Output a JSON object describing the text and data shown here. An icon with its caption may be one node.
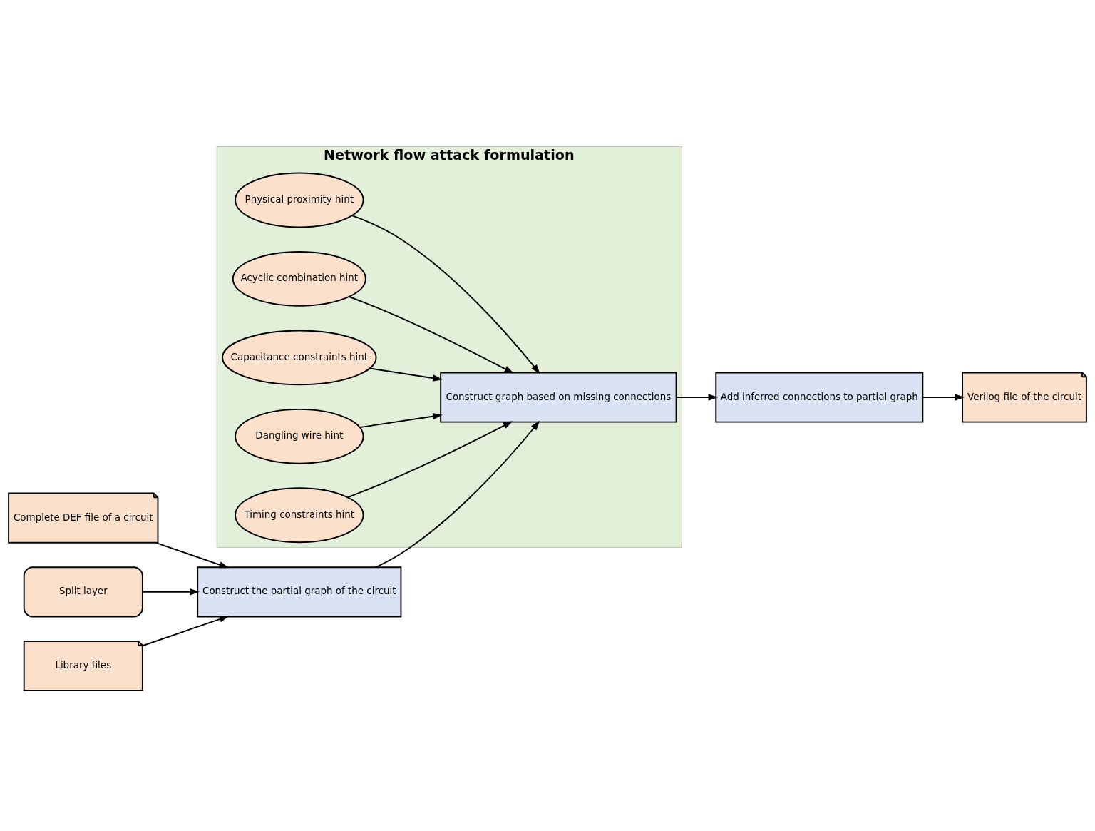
{
  "diagram": {
    "nodes": [
      {
        "text": [
          "Network flow attack formulation"
        ]
      },
      {
        "text": [
          "Physical proximity hint"
        ],
        "in": 0
      },
      {
        "text": [
          "Acyclic combination hint"
        ],
        "in": 0
      },
      {
        "text": [
          "Capacitance constraints hint"
        ],
        "in": 0
      },
      {
        "text": [
          "Dangling wire hint"
        ],
        "in": 0
      },
      {
        "text": [
          "Timing constraints hint"
        ],
        "in": 0
      },
      {
        "text": [
          "Construct graph based on missing connections"
        ],
        "in": 0
      },
      {
        "text": [
          "Complete DEF file of a circuit"
        ]
      },
      {
        "text": [
          "Split layer"
        ]
      },
      {
        "text": [
          "Library files"
        ]
      },
      {
        "text": [
          "Construct the partial graph of the circuit"
        ]
      },
      {
        "text": [
          "Add inferred connections to partial graph"
        ]
      },
      {
        "text": [
          "Verilog file of the circuit"
        ]
      }
    ],
    "edges": [
      {
        "from": 1,
        "to": 6,
        "arrow": "to"
      },
      {
        "from": 2,
        "to": 6,
        "arrow": "to"
      },
      {
        "from": 3,
        "to": 6,
        "arrow": "to"
      },
      {
        "from": 4,
        "to": 6,
        "arrow": "to"
      },
      {
        "from": 5,
        "to": 6,
        "arrow": "to"
      },
      {
        "from": 7,
        "to": 10,
        "arrow": "to"
      },
      {
        "from": 8,
        "to": 10,
        "arrow": "to"
      },
      {
        "from": 9,
        "to": 10,
        "arrow": "to"
      },
      {
        "from": 10,
        "to": 6,
        "arrow": "to"
      },
      {
        "from": 6,
        "to": 11,
        "arrow": "to"
      },
      {
        "from": 11,
        "to": 12,
        "arrow": "to"
      }
    ]
  }
}
